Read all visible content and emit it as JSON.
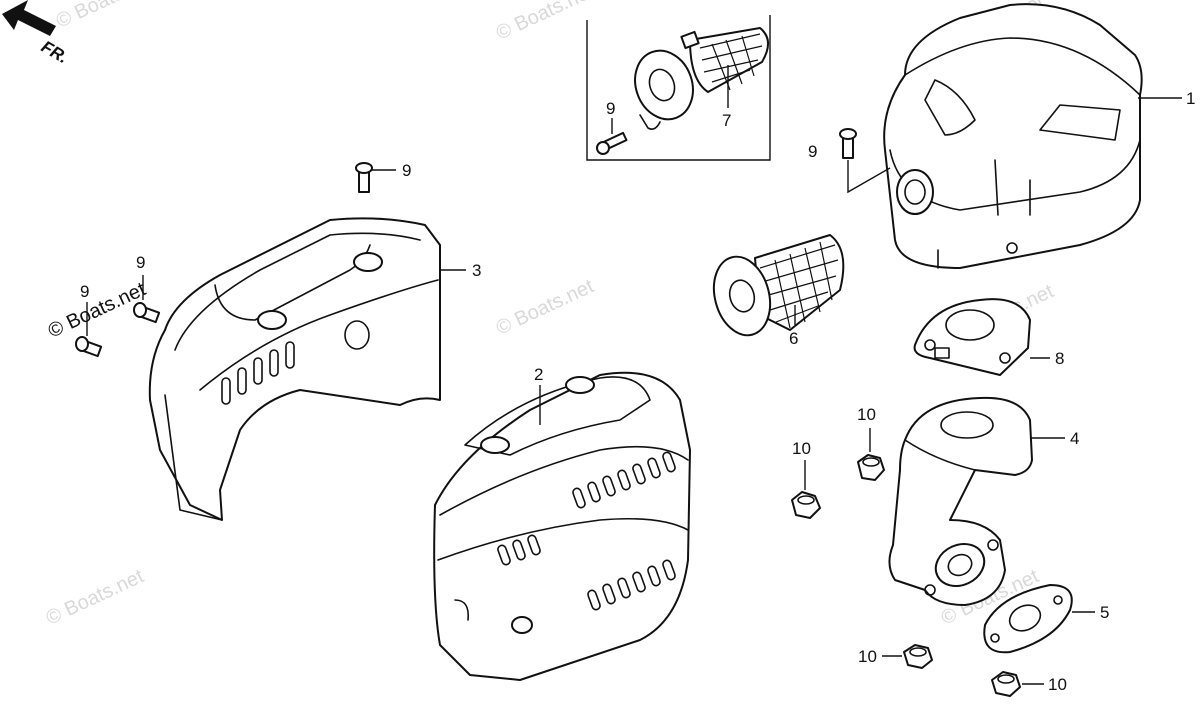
{
  "diagram": {
    "direction_label": "FR.",
    "watermark": "© Boats.net",
    "callouts": {
      "muffler": "1",
      "muffler_protector": "2",
      "exhaust_cover": "3",
      "exhaust_pipe": "4",
      "gasket_lower": "5",
      "spark_arrester": "6",
      "spark_arrester_inset": "7",
      "gasket_upper": "8",
      "screw": "9",
      "nut": "10"
    }
  }
}
